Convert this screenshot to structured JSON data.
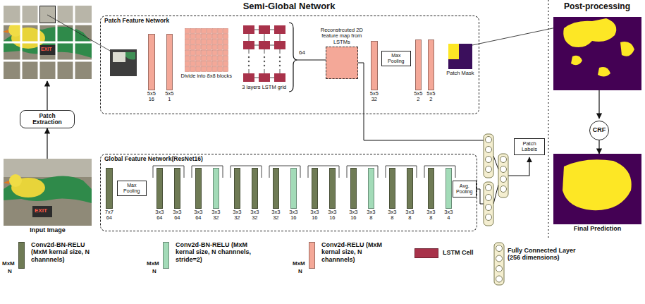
{
  "diagram": {
    "title": "Semi-Global Network",
    "nodes": [
      {
        "text": [
          "Patch Feature Network"
        ]
      },
      {
        "text": [
          "5x5 16"
        ],
        "in": 0
      },
      {
        "text": [
          "5x5 1"
        ],
        "in": 0
      },
      {
        "text": [
          "Divide into 8x8 blocks"
        ],
        "in": 0
      },
      {
        "text": [
          "3 layers LSTM grid"
        ],
        "in": 0
      },
      {
        "text": [
          "Reconstrcuted 2D feature map from LSTMs"
        ],
        "in": 0
      },
      {
        "text": [
          "5x5 32"
        ],
        "in": 0
      },
      {
        "text": [
          "Max Pooling"
        ],
        "in": 0
      },
      {
        "text": [
          "5x5 2"
        ],
        "in": 0
      },
      {
        "text": [
          "5x5 2"
        ],
        "in": 0
      },
      {
        "text": [
          "Patch Mask"
        ],
        "in": 0
      },
      {
        "text": [
          "Global Feature Network(ResNet16)"
        ]
      },
      {
        "text": [
          "7x7 64"
        ],
        "in": 11
      },
      {
        "text": [
          "Max Pooling"
        ],
        "in": 11
      },
      {
        "text": [
          "3x3 64"
        ],
        "in": 11
      },
      {
        "text": [
          "3x3 64"
        ],
        "in": 11
      },
      {
        "text": [
          "3x3 64"
        ],
        "in": 11
      },
      {
        "text": [
          "3x3 32"
        ],
        "in": 11
      },
      {
        "text": [
          "3x3 32"
        ],
        "in": 11
      },
      {
        "text": [
          "3x3 32"
        ],
        "in": 11
      },
      {
        "text": [
          "3x3 32"
        ],
        "in": 11
      },
      {
        "text": [
          "3x3 16"
        ],
        "in": 11
      },
      {
        "text": [
          "3x3 16"
        ],
        "in": 11
      },
      {
        "text": [
          "3x3 16"
        ],
        "in": 11
      },
      {
        "text": [
          "3x3 16"
        ],
        "in": 11
      },
      {
        "text": [
          "3x3 8"
        ],
        "in": 11
      },
      {
        "text": [
          "3x3 8"
        ],
        "in": 11
      },
      {
        "text": [
          "3x3 8"
        ],
        "in": 11
      },
      {
        "text": [
          "3x3 8"
        ],
        "in": 11
      },
      {
        "text": [
          "3x3 4"
        ],
        "in": 11
      },
      {
        "text": [
          "Avg. Pooling"
        ],
        "in": 11
      },
      {
        "text": [
          "Patch Labels"
        ]
      },
      {
        "text": [
          "Patch Extraction"
        ]
      },
      {
        "text": [
          "CRF"
        ]
      },
      {
        "text": [
          "Input Image"
        ]
      },
      {
        "text": [
          "Final Prediction"
        ]
      }
    ],
    "edges": [
      {
        "from": 34,
        "to": 32,
        "arrow": "to"
      },
      {
        "from": 33,
        "to": 35,
        "arrow": "to"
      }
    ],
    "labels": [
      "Post-processing",
      "64",
      "EXIT",
      "EXIT",
      "MxM",
      "N",
      "MxM",
      "N",
      "MxM",
      "N"
    ],
    "legend": [
      {
        "text": "Conv2d-BN-RELU (MxM kernal size, N channnels)",
        "color": "#6f7b55"
      },
      {
        "text": "Conv2d-BN-RELU (MxM kernal size, N channnels, stride=2)",
        "color": "#a3dbb8"
      },
      {
        "text": "Conv2d-RELU (MxM kernal size, N channnels)",
        "color": "#f4a898"
      },
      {
        "text": "LSTM Cell",
        "color": "#a8324a"
      },
      {
        "text": "Fully Connected Layer (256 dimensions)"
      }
    ]
  }
}
